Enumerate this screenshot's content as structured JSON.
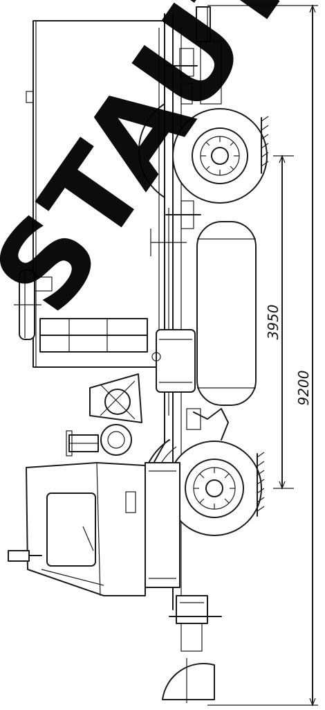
{
  "dimensions": {
    "wheelbase": "3950",
    "overall_length": "9200"
  },
  "watermark": {
    "text": "STAUT",
    "color": "#000000"
  },
  "colors": {
    "line": "#1a1a1a",
    "background": "#ffffff"
  }
}
